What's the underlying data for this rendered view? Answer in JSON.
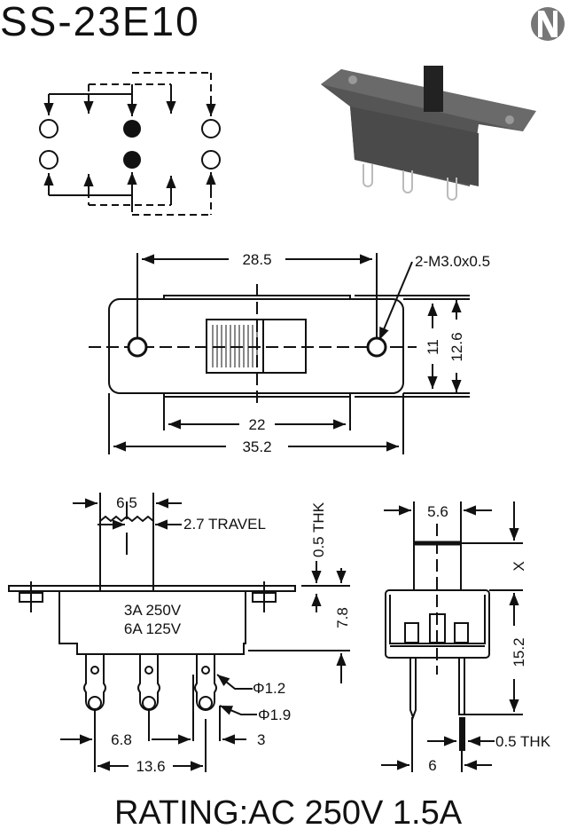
{
  "title": "SS-23E10",
  "logo_letter": "N",
  "top_view": {
    "d_mounting": "28.5",
    "thread": "2-M3.0x0.5",
    "d_body": "22",
    "d_overall": "35.2",
    "d_height_inner": "11",
    "d_height_outer": "12.6"
  },
  "side_view": {
    "d_actuator": "6.5",
    "travel": "2.7 TRAVEL",
    "plate_thk": "0.5 THK",
    "rating_line1": "3A 250V",
    "rating_line2": "6A 125V",
    "d_body_height": "7.8",
    "hole_small": "Φ1.2",
    "hole_large": "Φ1.9",
    "d_pitch": "6.8",
    "d_pitch_total": "13.6",
    "d_tab": "3"
  },
  "end_view": {
    "d_actuator_width": "5.6",
    "d_actuator_height": "X",
    "d_pin_length": "15.2",
    "pin_thk": "0.5 THK",
    "d_pin_spacing": "6"
  },
  "rating": "RATING:AC 250V 1.5A"
}
